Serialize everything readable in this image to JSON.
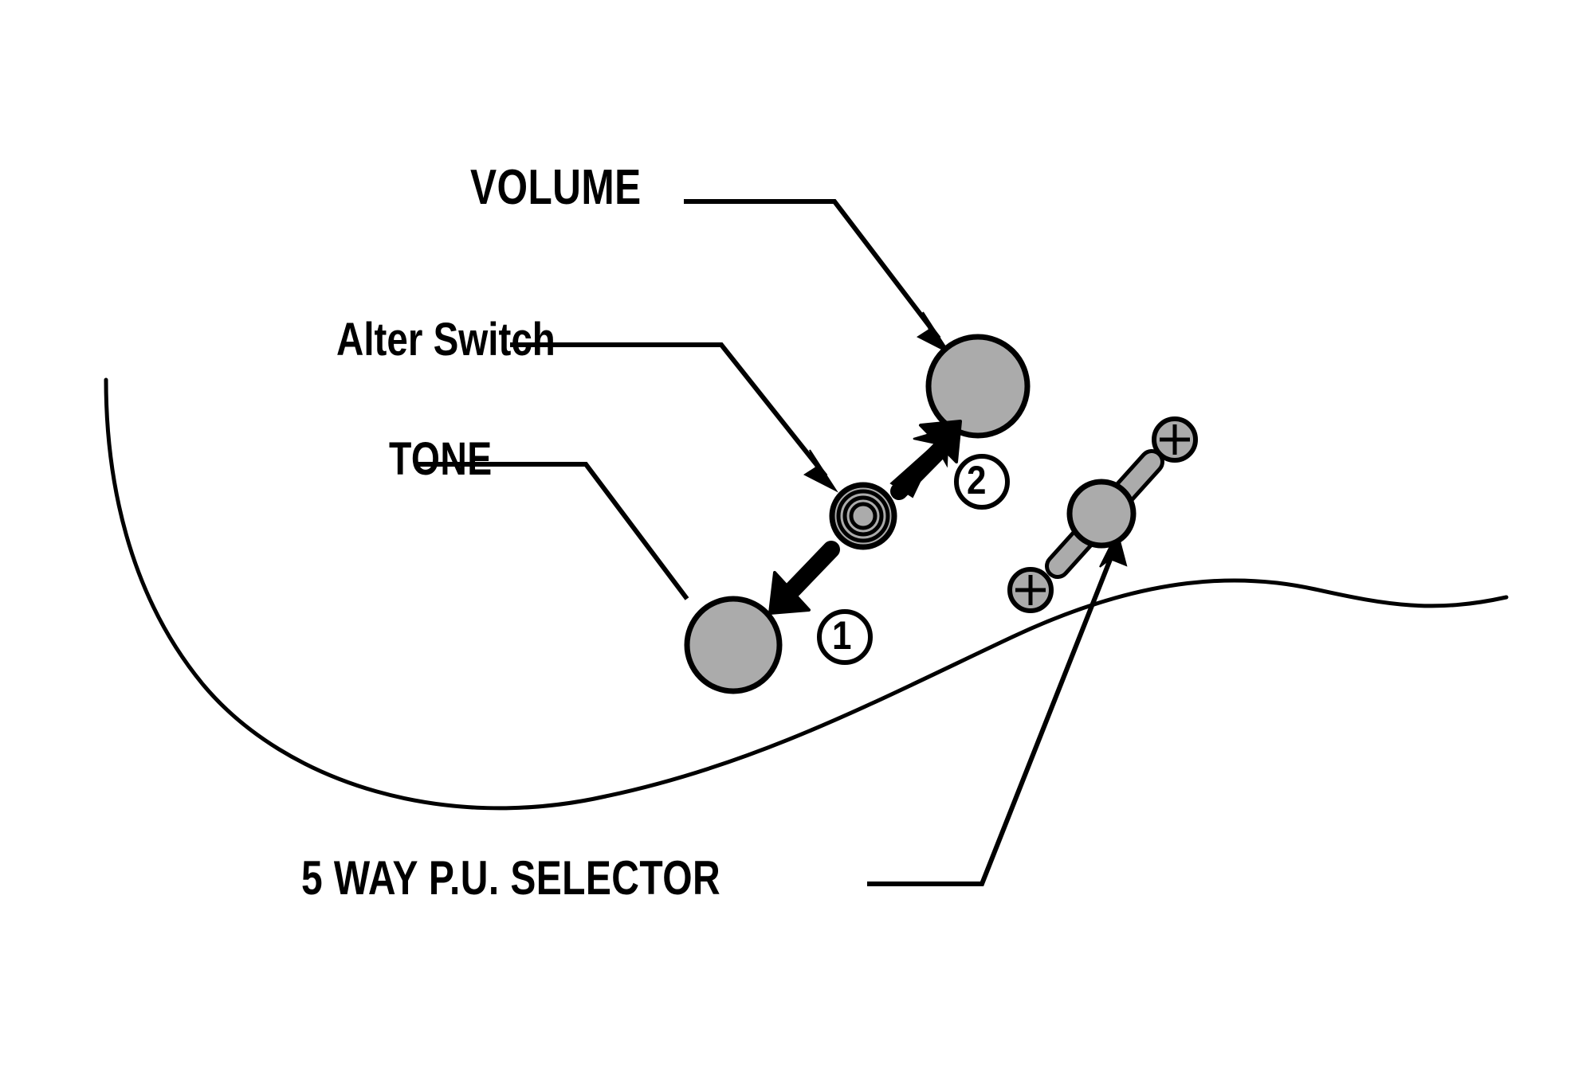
{
  "diagram": {
    "title": "Electric guitar control layout",
    "background_color": "#FFFFFF",
    "line_color": "#000000",
    "hardware_fill_color": "#ABABAB"
  },
  "labels": {
    "volume": "VOLUME",
    "alter_switch": "Alter Switch",
    "tone": "TONE",
    "pu_selector": "5 WAY P.U. SELECTOR"
  },
  "position_markers": {
    "one": "1",
    "two": "2"
  },
  "components": {
    "volume_knob": "Volume control knob",
    "tone_knob": "Tone control knob",
    "alter_switch_knob": "Alter switch (concentric mini switch)",
    "selector_lever": "5-way pickup selector lever",
    "screw_upper": "Phillips mounting screw",
    "screw_lower": "Phillips mounting screw"
  },
  "arrows": {
    "volume_leader": "leader line from VOLUME label to volume knob",
    "alter_leader": "leader line from Alter Switch label to alter switch",
    "tone_leader": "leader line from TONE label to tone knob",
    "selector_leader": "leader line from 5 WAY P.U. SELECTOR label to lever",
    "position_two_arrow": "thick arrow pointing up-right to position 2",
    "position_one_arrow": "thick arrow pointing down-left to position 1"
  }
}
